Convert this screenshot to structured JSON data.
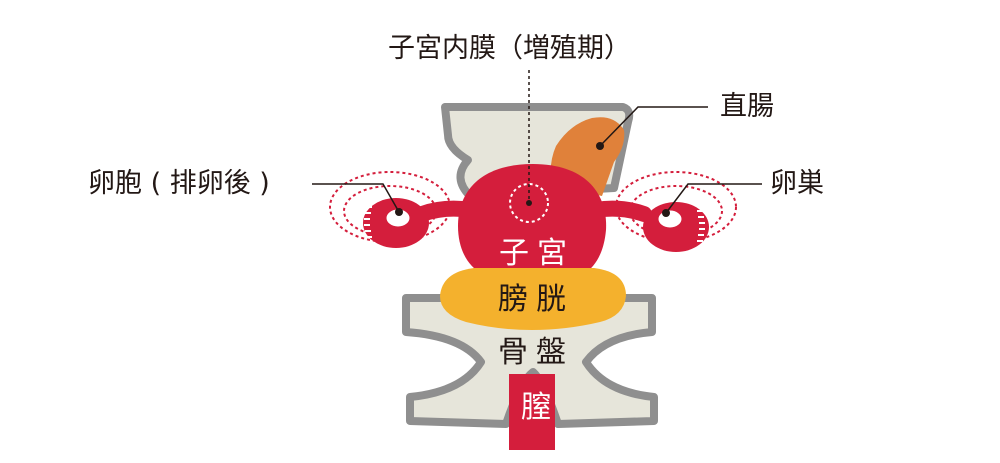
{
  "labels": {
    "endometrium": "子宮内膜（増殖期）",
    "rectum": "直腸",
    "corpus_luteum": "卵胞 ( 排卵後 )",
    "ovary": "卵巣",
    "uterus": "子宮",
    "bladder": "膀胱",
    "pelvis": "骨盤",
    "vagina": "膣"
  },
  "colors": {
    "uterus": "#d41e3c",
    "rectum": "#e0813a",
    "bladder": "#f4b12d",
    "bone_fill": "#e6e5da",
    "bone_stroke": "#8f8f8f",
    "leader_line": "#231815",
    "dashed_orbit": "#d41e3c",
    "organ_label": "#ffffff",
    "pelvis_label": "#231815"
  }
}
